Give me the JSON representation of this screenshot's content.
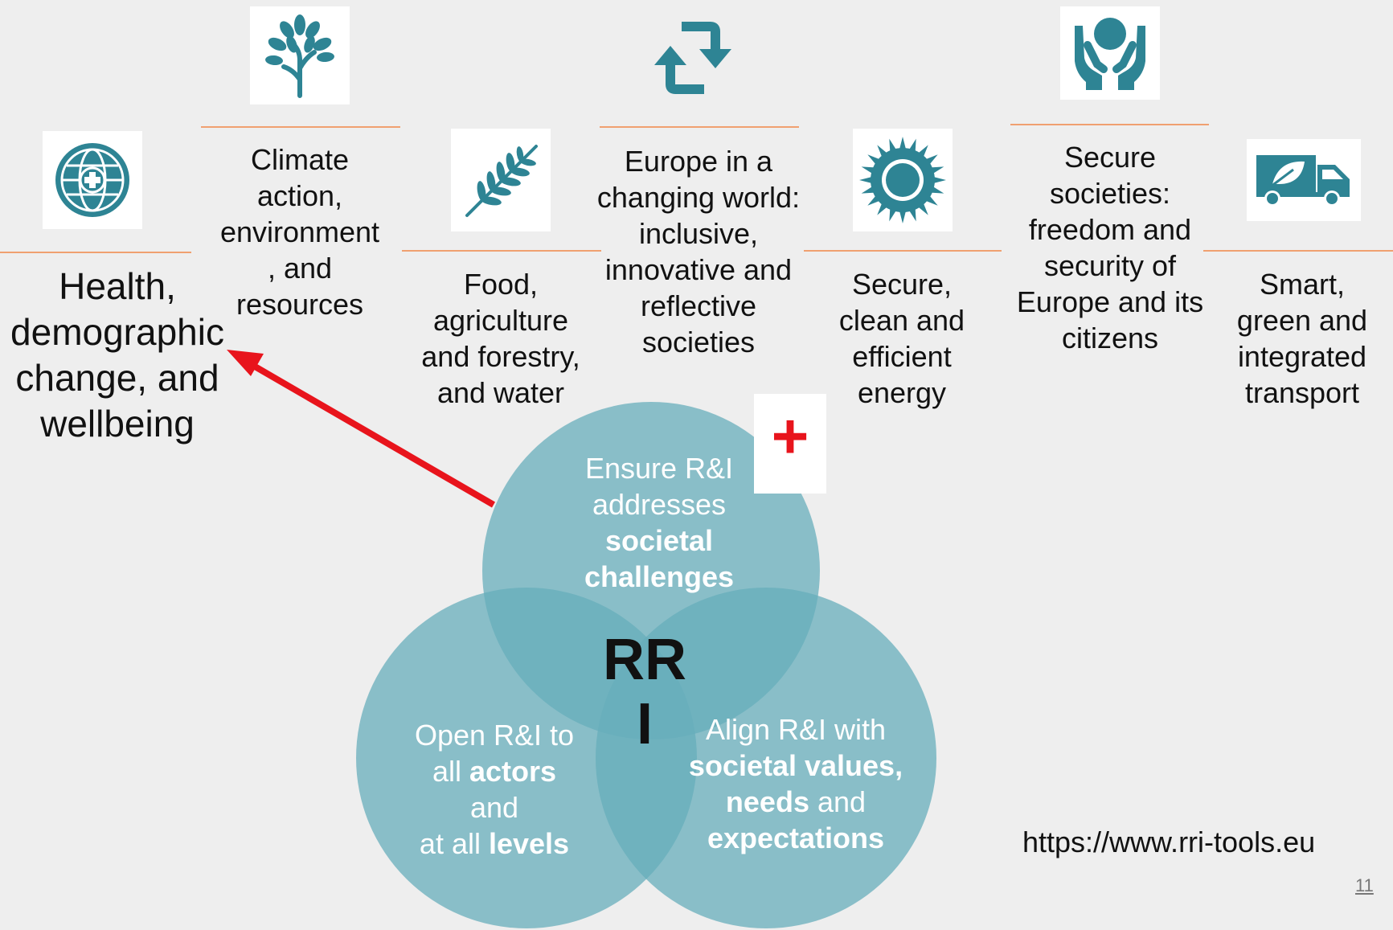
{
  "challenges": {
    "health": "Health, demographic change, and wellbeing",
    "climate": "Climate action, environment , and resources",
    "food": "Food, agriculture and forestry, and water",
    "europe": "Europe in a changing world: inclusive, innovative and reflective societies",
    "energy": "Secure, clean and efficient energy",
    "secure": "Secure societies: freedom and security of Europe and its citizens",
    "transport": "Smart, green and integrated transport"
  },
  "icons": {
    "health": "globe-medical-icon",
    "climate": "tree-icon",
    "food": "wheat-icon",
    "europe": "cycle-arrows-icon",
    "energy": "sun-icon",
    "secure": "hands-person-icon",
    "transport": "green-truck-icon"
  },
  "venn": {
    "top_normal": "Ensure R&I addresses",
    "top_bold": "societal challenges",
    "left_line1": "Open R&I to",
    "left_pre": "all",
    "left_bold1": "actors",
    "left_line3": "and",
    "left_pre2": "at all",
    "left_bold2": "levels",
    "right_line1": "Align R&I with",
    "right_bold1": "societal values,",
    "right_bold2": "needs",
    "right_mid": "and",
    "right_bold3": "expectations",
    "center_line1": "RR",
    "center_line2": "I",
    "plus": "+"
  },
  "url": "https://www.rri-tools.eu",
  "page_number": "11",
  "colors": {
    "icon_teal": "#2e8494",
    "circle_teal": "#67adbb",
    "arrow_red": "#e8141c",
    "rule_orange": "#f0a070",
    "background": "#eeeeee"
  }
}
